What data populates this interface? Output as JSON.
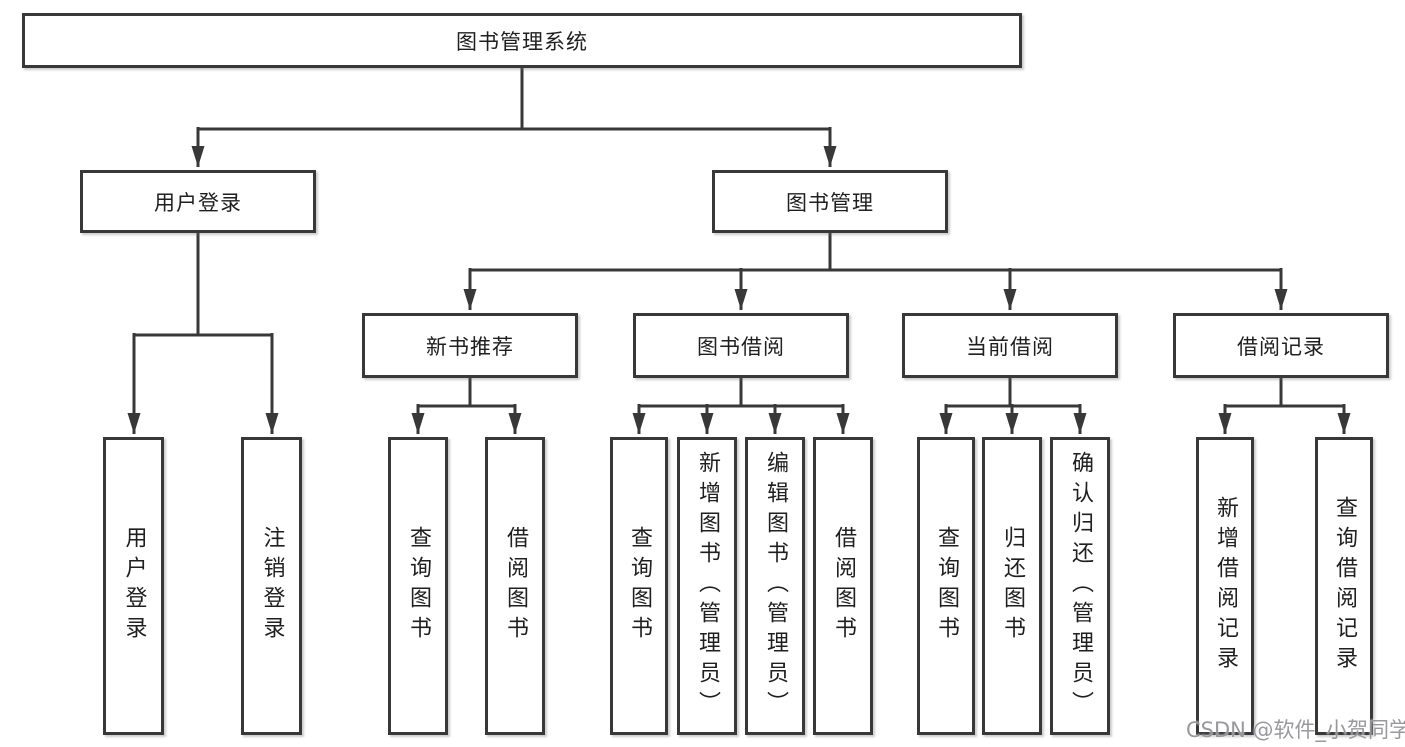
{
  "tree": {
    "label": "图书管理系统",
    "children": [
      {
        "label": "用户登录",
        "children": [
          {
            "label": "用户登录"
          },
          {
            "label": "注销登录"
          }
        ]
      },
      {
        "label": "图书管理",
        "children": [
          {
            "label": "新书推荐",
            "children": [
              {
                "label": "查询图书"
              },
              {
                "label": "借阅图书"
              }
            ]
          },
          {
            "label": "图书借阅",
            "children": [
              {
                "label": "查询图书"
              },
              {
                "label": "新增图书（管理员）"
              },
              {
                "label": "编辑图书（管理员）"
              },
              {
                "label": "借阅图书"
              }
            ]
          },
          {
            "label": "当前借阅",
            "children": [
              {
                "label": "查询图书"
              },
              {
                "label": "归还图书"
              },
              {
                "label": "确认归还（管理员）"
              }
            ]
          },
          {
            "label": "借阅记录",
            "children": [
              {
                "label": "新增借阅记录"
              },
              {
                "label": "查询借阅记录"
              }
            ]
          }
        ]
      }
    ]
  },
  "watermark": {
    "text": "CSDN @软件_小贺同学"
  },
  "colors": {
    "line": "#383838",
    "box_border": "#383838",
    "text": "#1f1f1f",
    "watermark": "#949498",
    "background": "#ffffff"
  }
}
